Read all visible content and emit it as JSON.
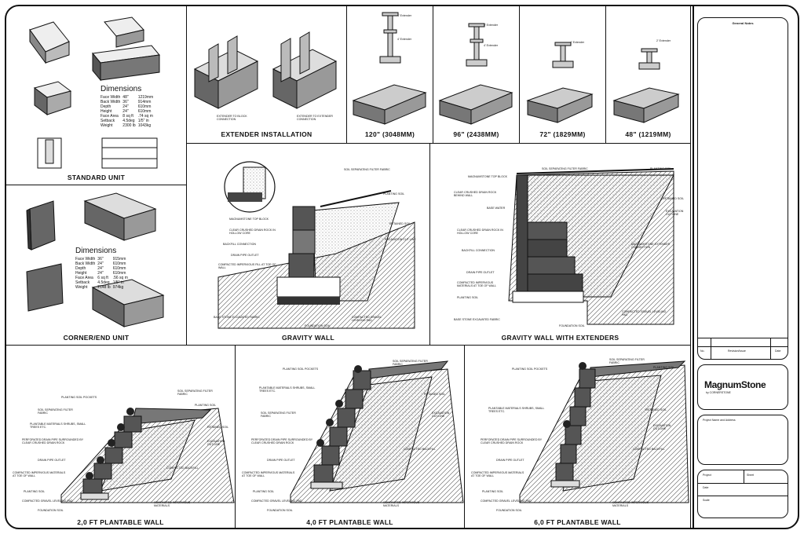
{
  "panels": {
    "standard_unit": {
      "caption": "STANDARD UNIT",
      "dimensions": {
        "title": "Dimensions",
        "rows": [
          [
            "Face Width",
            "48\"",
            "1219mm"
          ],
          [
            "Back Width",
            "36\"",
            "914mm"
          ],
          [
            "Depth",
            "24\"",
            "610mm"
          ],
          [
            "Height",
            "24\"",
            "610mm"
          ],
          [
            "Face Area",
            "8 sq ft",
            ".74 sq m"
          ],
          [
            "Setback",
            "4.5deg",
            "1/5\" in"
          ],
          [
            "Weight",
            "2300 lb",
            "1043kg"
          ]
        ]
      }
    },
    "extender_installation": {
      "caption": "EXTENDER INSTALLATION",
      "labels": [
        "EXTENDER TO BLOCK CONNECTION",
        "EXTENDER TO EXTENDER CONNECTION"
      ]
    },
    "heights": [
      {
        "caption": "120\" (3048MM)",
        "labels": [
          "4' Extender",
          "4' Extender"
        ]
      },
      {
        "caption": "96\" (2438MM)",
        "labels": [
          "2' Extender",
          "4' Extender"
        ]
      },
      {
        "caption": "72\" (1829MM)",
        "labels": [
          "4' Extender"
        ]
      },
      {
        "caption": "48\" (1219MM)",
        "labels": [
          "2' Extender"
        ]
      }
    ],
    "corner_unit": {
      "caption": "CORNER/END UNIT",
      "dimensions": {
        "title": "Dimensions",
        "rows": [
          [
            "Face Width",
            "36\"",
            "915mm"
          ],
          [
            "Back Width",
            "24\"",
            "610mm"
          ],
          [
            "Depth",
            "24\"",
            "610mm"
          ],
          [
            "Height",
            "24\"",
            "610mm"
          ],
          [
            "Face Area",
            "6 sq ft",
            ".56 sq m"
          ],
          [
            "Setback",
            "4.5deg",
            "1/5\" in"
          ],
          [
            "Weight",
            "2148 lb",
            "974kg"
          ]
        ]
      }
    },
    "gravity_wall": {
      "caption": "GRAVITY WALL",
      "labels": [
        "SOIL SEPARATING FILTER FABRIC",
        "PLANTING SOIL",
        "MAGNUMSTONE TOP BLOCK",
        "CLEAR CRUSHED DRAIN ROCK IN HOLLOW CORE",
        "RETAINED SOIL",
        "EXCAVATION CUT LINE",
        "BACKFILL CONNECTION",
        "DRAIN PIPE OUTLET",
        "COMPACTED IMPERVIOUS FILL AT TOE OF WALL",
        "BASE STONE EXCAVATED FABRIC",
        "FOUNDATION SOIL",
        "COMPACTED GRAVEL LEVELING PAD"
      ]
    },
    "gravity_wall_extenders": {
      "caption": "GRAVITY WALL WITH EXTENDERS",
      "labels": [
        "MAGNUMSTONE TOP BLOCK",
        "SOIL SEPARATING FILTER FABRIC",
        "PLANTING SOIL",
        "CLEAR CRUSHED DRAIN ROCK BEHIND WALL",
        "RETAINED SOIL",
        "BASE WATER",
        "EXCAVATION CUT LINE",
        "CLEAR CRUSHED DRAIN ROCK IN HOLLOW CORE",
        "BACKFILL CONNECTION",
        "MAGNUMSTONE EXTENDER CONNECTION",
        "DRAIN PIPE OUTLET",
        "COMPACTED IMPERVIOUS MATERIALS AT TOE OF WALL",
        "PLANTING SOIL",
        "COMPACTED GRAVEL LEVELING PAD",
        "BASE STONE EXCAVATED FABRIC",
        "FOUNDATION SOIL"
      ]
    },
    "plantable_2ft": {
      "caption": "2,0 FT PLANTABLE WALL",
      "labels": [
        "PLANTING SOIL POCKETS",
        "SOIL SEPARATING FILTER FABRIC",
        "PLANTING SOIL",
        "SOIL SEPARATING FILTER FABRIC",
        "PLANTABLE MATERIALS SHRUBS, SMALL TREES ETC.",
        "RETAINED SOIL",
        "PERFORATED DRAIN PIPE SURROUNDED BY CLEAR CRUSHED DRAIN ROCK",
        "EXCAVATION CUT LINE",
        "DRAIN PIPE OUTLET",
        "COMPACTED BACKFILL",
        "COMPACTED IMPERVIOUS MATERIALS AT TOE OF WALL",
        "PLANTING SOIL",
        "COMPACTED GRAVEL LEVELING PAD",
        "COMPACTED IMPERVIOUS MATERIALS",
        "FOUNDATION SOIL"
      ]
    },
    "plantable_4ft": {
      "caption": "4,0 FT PLANTABLE WALL",
      "labels": [
        "PLANTING SOIL POCKETS",
        "SOIL SEPARATING FILTER FABRIC",
        "PLANTABLE MATERIALS SHRUBS, SMALL TREES ETC.",
        "RETAINED SOIL",
        "SOIL SEPARATING FILTER FABRIC",
        "EXCAVATION CUT LINE",
        "PERFORATED DRAIN PIPE SURROUNDED BY CLEAR CRUSHED DRAIN ROCK",
        "COMPACTED BACKFILL",
        "DRAIN PIPE OUTLET",
        "COMPACTED IMPERVIOUS MATERIALS AT TOE OF WALL",
        "PLANTING SOIL",
        "COMPACTED GRAVEL LEVELING PAD",
        "COMPACTED IMPERVIOUS MATERIALS",
        "FOUNDATION SOIL"
      ]
    },
    "plantable_6ft": {
      "caption": "6,0 FT PLANTABLE WALL",
      "labels": [
        "PLANTING SOIL POCKETS",
        "SOIL SEPARATING FILTER FABRIC",
        "PLANTING SOIL",
        "PLANTABLE MATERIALS SHRUBS, SMALL TREES ETC.",
        "RETAINED SOIL",
        "EXCAVATION CUT LINE",
        "PERFORATED DRAIN PIPE SURROUNDED BY CLEAR CRUSHED DRAIN ROCK",
        "DRAIN PIPE OUTLET",
        "COMPACTED BACKFILL",
        "COMPACTED IMPERVIOUS MATERIALS AT TOE OF WALL",
        "PLANTING SOIL",
        "COMPACTED GRAVEL LEVELING PAD",
        "COMPACTED IMPERVIOUS MATERIALS",
        "FOUNDATION SOIL"
      ]
    }
  },
  "title_block": {
    "general_notes": "General Notes",
    "revisions": {
      "no": "No.",
      "revision": "Revision/Issue",
      "date": "Date"
    },
    "logo": "MagnumStone",
    "logo_sub": "by CORNERSTONE",
    "project_label": "Project Name and Address",
    "fields": [
      "Project",
      "Sheet",
      "Date",
      "Scale"
    ]
  }
}
